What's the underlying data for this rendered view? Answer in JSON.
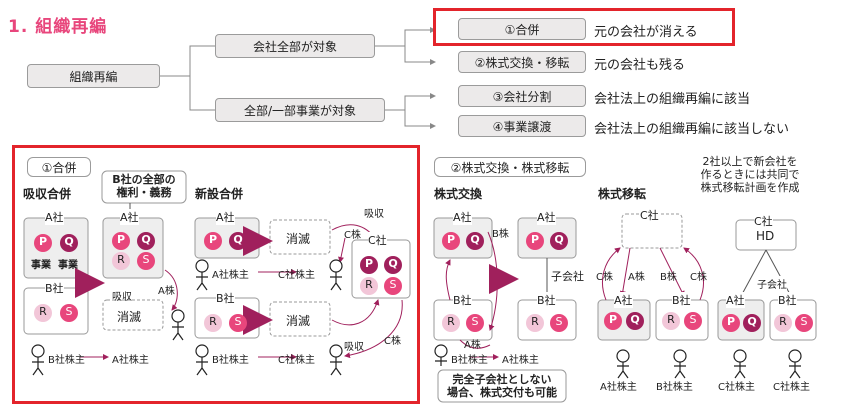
{
  "title": "1. 組織再編",
  "tree": {
    "root": "組織再編",
    "branch1": "会社全部が対象",
    "branch2": "全部/一部事業が対象",
    "leaves": [
      {
        "label": "①合併",
        "desc": "元の会社が消える"
      },
      {
        "label": "②株式交換・移転",
        "desc": "元の会社も残る"
      },
      {
        "label": "③会社分割",
        "desc": "会社法上の組織再編に該当"
      },
      {
        "label": "④事業譲渡",
        "desc": "会社法上の組織再編に該当しない"
      }
    ]
  },
  "merger_panel": {
    "tag": "①合併",
    "absorb_title": "吸収合併",
    "new_title": "新設合併",
    "callout": "B社の全部の\n権利・義務",
    "a_company": "A社",
    "b_company": "B社",
    "c_company": "C社",
    "p": "P",
    "q": "Q",
    "r": "R",
    "s": "S",
    "biz": "事業",
    "extinct": "消滅",
    "a_shares": "A株",
    "c_shares": "C株",
    "absorb_label": "吸収",
    "b_holder": "B社株主",
    "a_holder": "A社株主",
    "c_holder": "C社株主"
  },
  "exchange_panel": {
    "tag": "②株式交換・株式移転",
    "exchange_title": "株式交換",
    "transfer_title": "株式移転",
    "note": "2社以上で新会社を\n作るときには共同で\n株式移転計画を作成",
    "subsidiary": "子会社",
    "b_shares": "B株",
    "hd": "HD",
    "c_shares": "C株",
    "a_shares": "A株",
    "b_shares2": "B株",
    "footnote": "完全子会社としない\n場合、株式交付も可能",
    "a_holder": "A社株主",
    "b_holder": "B社株主",
    "c_holder": "C社株主"
  },
  "colors": {
    "accent": "#e8467c",
    "dark": "#a0205c",
    "light": "#f2c6d8",
    "red_frame": "#e3242b"
  }
}
